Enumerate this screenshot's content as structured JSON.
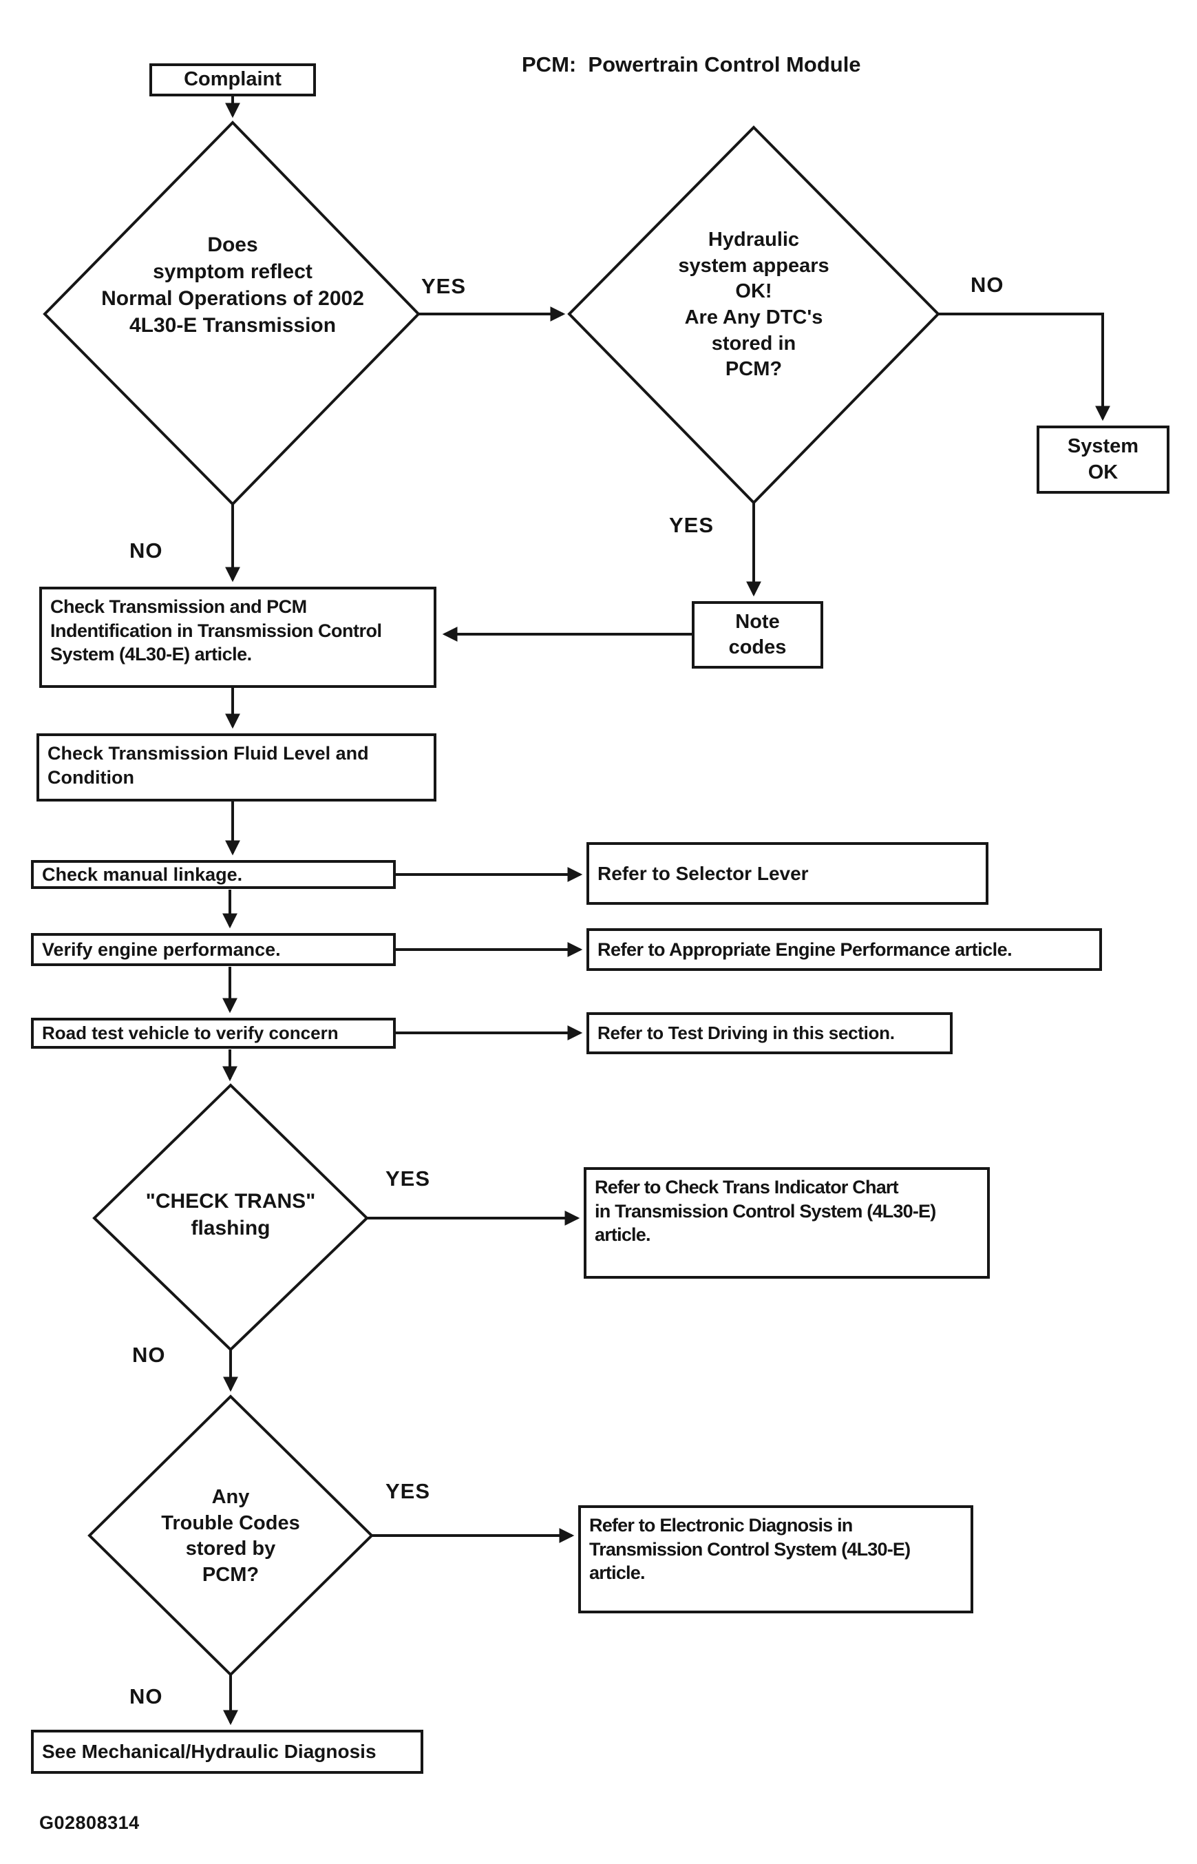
{
  "title": "PCM:  Powertrain Control Module",
  "nodes": {
    "complaint": {
      "label": "Complaint"
    },
    "symptom_decision": {
      "label": "Does\nsymptom reflect\nNormal Operations of 2002\n4L30-E Transmission"
    },
    "hydraulic_decision": {
      "label": "Hydraulic\nsystem appears\nOK!\nAre Any DTC's\nstored in\nPCM?"
    },
    "system_ok": {
      "label": "System\nOK"
    },
    "note_codes": {
      "label": "Note\ncodes"
    },
    "check_identification": {
      "label": "Check Transmission and PCM\nIndentification in Transmission Control\nSystem (4L30-E) article."
    },
    "check_fluid": {
      "label": "Check Transmission Fluid Level and\nCondition"
    },
    "check_linkage": {
      "label": "Check manual linkage."
    },
    "refer_selector": {
      "label": "Refer to Selector Lever"
    },
    "verify_engine": {
      "label": "Verify engine performance."
    },
    "refer_engine_performance": {
      "label": "Refer to Appropriate Engine Performance article."
    },
    "road_test": {
      "label": "Road test vehicle to verify concern"
    },
    "refer_test_driving": {
      "label": "Refer to Test Driving in this section."
    },
    "check_trans_decision": {
      "label": "\"CHECK TRANS\"\nflashing"
    },
    "refer_indicator_chart": {
      "label": "Refer to Check Trans Indicator Chart\nin Transmission Control System (4L30-E)\n article."
    },
    "trouble_codes_decision": {
      "label": "Any\nTrouble Codes\nstored by\nPCM?"
    },
    "refer_electronic_diagnosis": {
      "label": "Refer to Electronic Diagnosis in\nTransmission Control System (4L30-E)\n article."
    },
    "see_mechanical": {
      "label": "See Mechanical/Hydraulic Diagnosis"
    }
  },
  "edge_labels": {
    "symptom_yes": "YES",
    "symptom_no": "NO",
    "hydraulic_no": "NO",
    "hydraulic_yes": "YES",
    "check_trans_yes": "YES",
    "check_trans_no": "NO",
    "trouble_yes": "YES",
    "trouble_no": "NO"
  },
  "footer": {
    "figure_code": "G02808314"
  },
  "colors": {
    "ink": "#161616",
    "paper": "#ffffff"
  }
}
